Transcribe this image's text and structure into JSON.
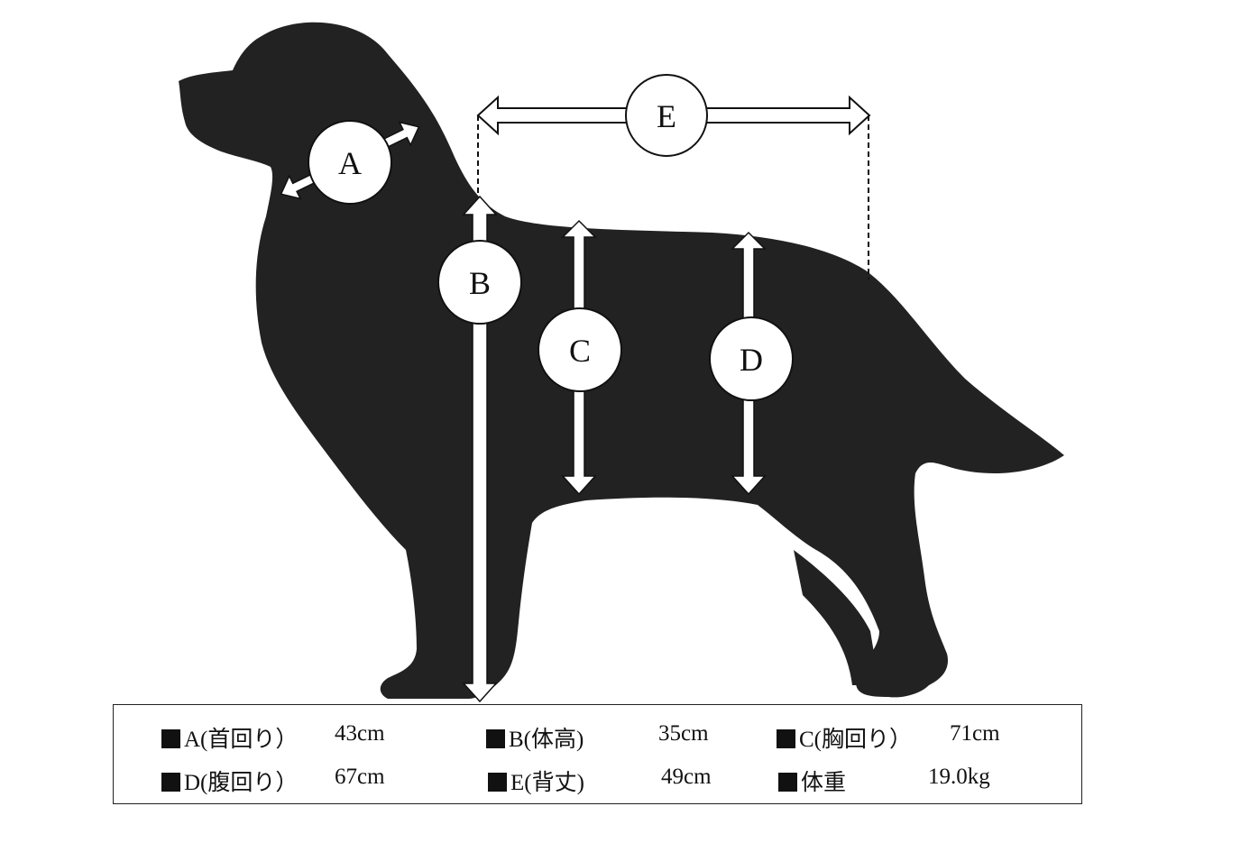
{
  "markers": {
    "a": "A",
    "b": "B",
    "c": "C",
    "d": "D",
    "e": "E"
  },
  "legend": {
    "rows": [
      [
        {
          "name": "A(首回り）",
          "value": "43cm"
        },
        {
          "name": "B(体高)",
          "value": "35cm"
        },
        {
          "name": "C(胸回り）",
          "value": "71cm"
        }
      ],
      [
        {
          "name": "D(腹回り）",
          "value": "67cm"
        },
        {
          "name": "E(背丈)",
          "value": "49cm"
        },
        {
          "name": "体重",
          "value": "19.0kg"
        }
      ]
    ]
  },
  "colors": {
    "silhouette": "#222222",
    "arrow": "#ffffff",
    "text": "#111111"
  }
}
